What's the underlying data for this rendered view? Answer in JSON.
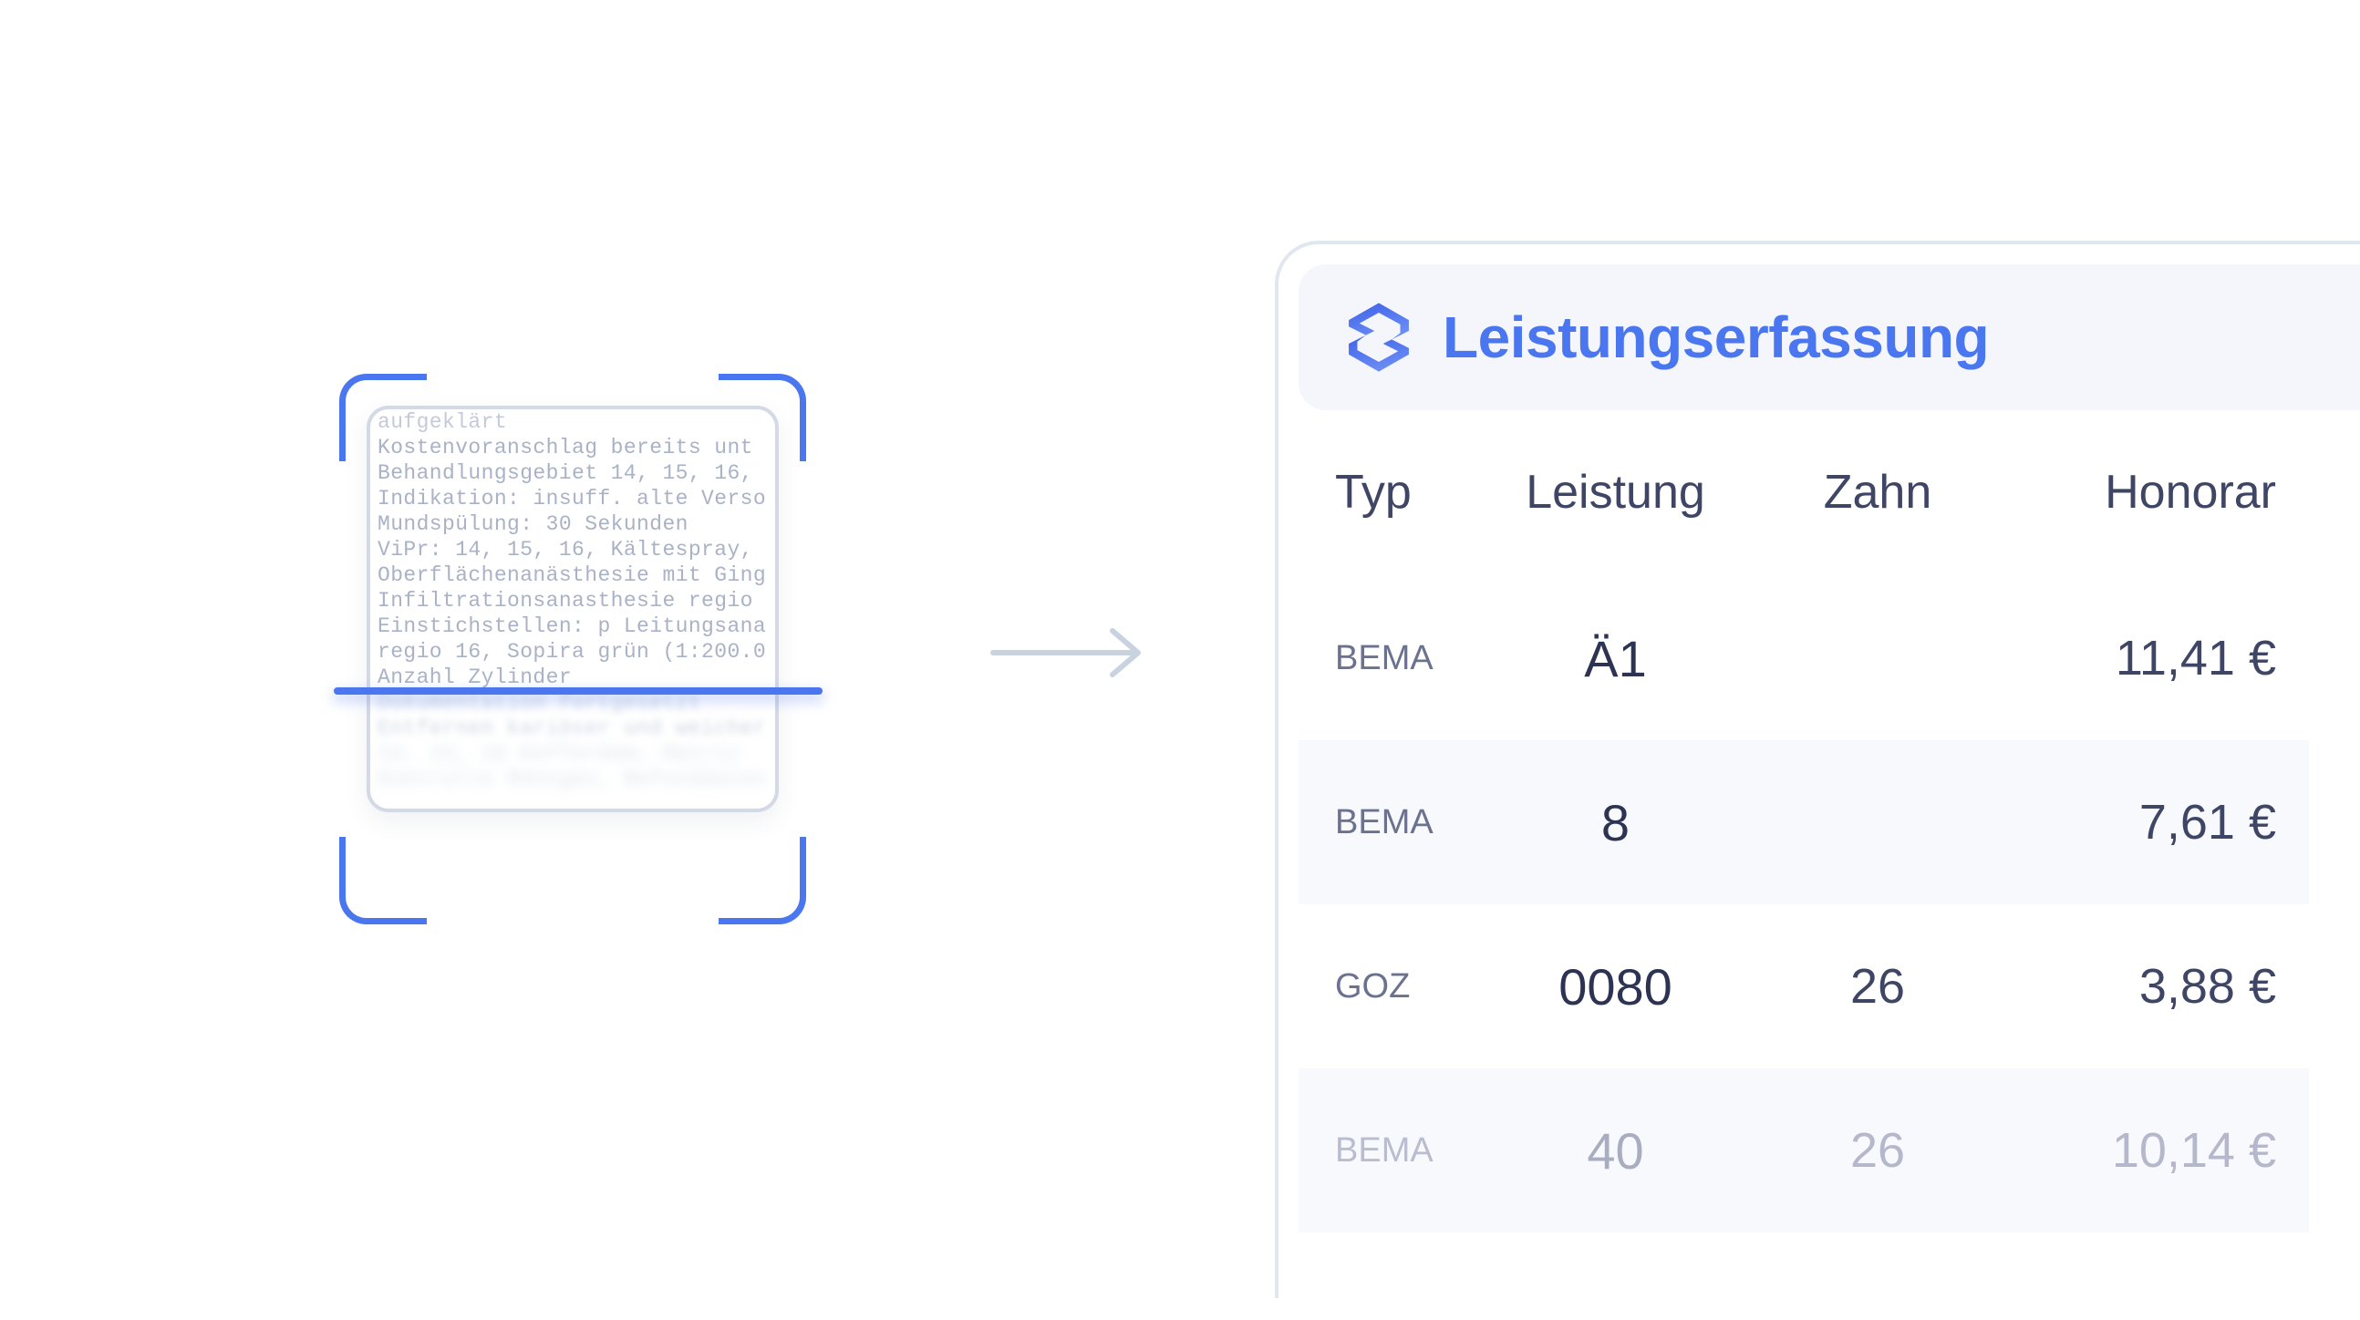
{
  "document_scan": {
    "lines": [
      "aufgeklärt",
      "Kostenvoranschlag bereits unt",
      "Behandlungsgebiet 14, 15, 16,",
      "Indikation: insuff. alte Verso",
      "Mundspülung: 30 Sekunden",
      "ViPr: 14, 15, 16, Kältespray,",
      "Oberflächenanästhesie mit Ging",
      "Infiltrationsanasthesie regio",
      "Einstichstellen: p Leitungsana",
      "regio 16, Sopira grün (1:200.0",
      "Anzahl Zylinder"
    ],
    "blurred_lines": [
      "Dokumentation fortgesetzt",
      "Entfernen kariöser und weicher",
      "14, 15, 16 Kofferdam, Matriz",
      "Kontrolle Röntgen, Befunddaten"
    ]
  },
  "arrow": {
    "icon": "arrow-right-icon",
    "color": "#c9d3e0"
  },
  "card": {
    "logo_icon": "hexagon-s-logo-icon",
    "logo_color_light": "#6b8cf5",
    "logo_color_dark": "#3d62e8",
    "title": "Leistungserfassung",
    "title_color": "#4169f5",
    "header_bg": "#f2f5fa"
  },
  "table": {
    "columns": [
      "Typ",
      "Leistung",
      "Zahn",
      "Honorar"
    ],
    "rows": [
      {
        "typ": "BEMA",
        "leistung": "Ä1",
        "zahn": "",
        "honorar": "11,41 €",
        "state": "normal"
      },
      {
        "typ": "BEMA",
        "leistung": "8",
        "zahn": "",
        "honorar": "7,61 €",
        "state": "alt"
      },
      {
        "typ": "GOZ",
        "leistung": "0080",
        "zahn": "26",
        "honorar": "3,88 €",
        "state": "normal"
      },
      {
        "typ": "BEMA",
        "leistung": "40",
        "zahn": "26",
        "honorar": "10,14 €",
        "state": "faded"
      }
    ]
  }
}
